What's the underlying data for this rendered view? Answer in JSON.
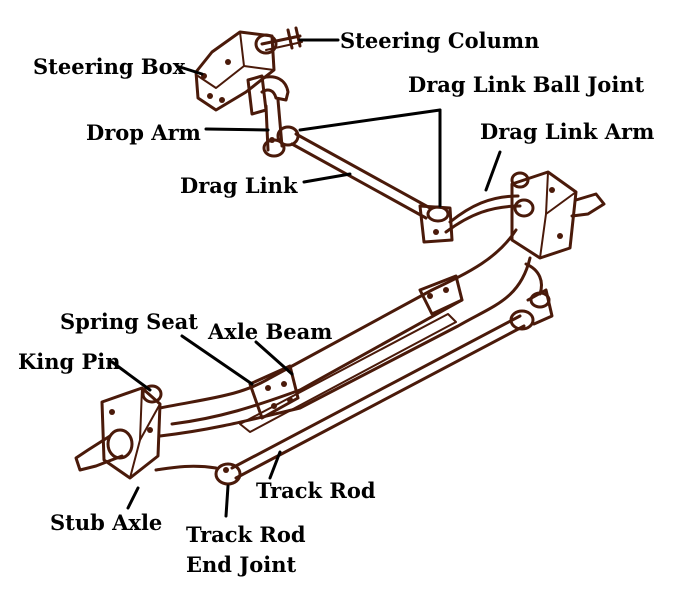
{
  "labels": {
    "steering_column": "Steering Column",
    "steering_box": "Steering Box",
    "drag_link_ball_joint": "Drag Link Ball Joint",
    "drop_arm": "Drop Arm",
    "drag_link_arm": "Drag Link Arm",
    "drag_link": "Drag Link",
    "spring_seat": "Spring Seat",
    "axle_beam": "Axle Beam",
    "king_pin": "King Pin",
    "track_rod": "Track Rod",
    "stub_axle": "Stub Axle",
    "track_rod_end_joint_line1": "Track Rod",
    "track_rod_end_joint_line2": "End Joint"
  },
  "colors": {
    "ink": "#4a1a0a",
    "label": "#000000",
    "background": "#ffffff"
  }
}
